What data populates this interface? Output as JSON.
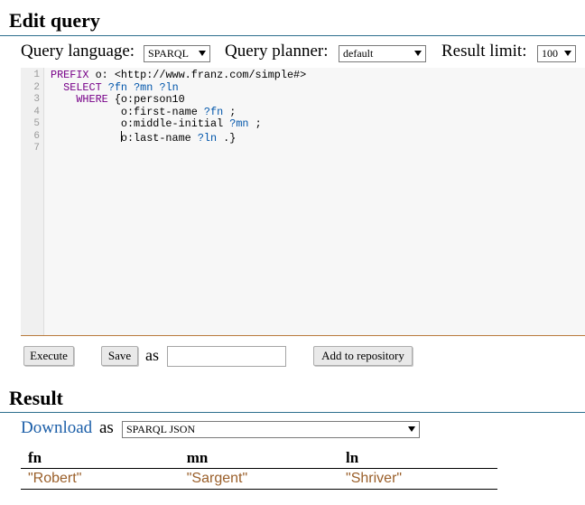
{
  "edit": {
    "title": "Edit query",
    "query_language": {
      "label": "Query language:",
      "value": "SPARQL"
    },
    "query_planner": {
      "label": "Query planner:",
      "value": "default"
    },
    "result_limit": {
      "label": "Result limit:",
      "value": "100"
    },
    "line_numbers": [
      "1",
      "2",
      "3",
      "4",
      "5",
      "6",
      "7"
    ],
    "code": {
      "l1_kw": "PREFIX",
      "l1_pfx": " o: ",
      "l1_iri": "<http://www.franz.com/simple#>",
      "l2_kw": "SELECT",
      "l2_v1": "?fn",
      "l2_v2": "?mn",
      "l2_v3": "?ln",
      "l3_kw": "WHERE",
      "l3_rest": "{o:person10",
      "l4_pred": "o:first-name",
      "l4_var": "?fn",
      "l4_end": " ;",
      "l5_pred": "o:middle-initial",
      "l5_var": "?mn",
      "l5_end": " ;",
      "l6_pred": "o:last-name",
      "l6_var": "?ln",
      "l6_end": " .}"
    },
    "buttons": {
      "execute": "Execute",
      "save": "Save",
      "as": "as",
      "save_name_value": "",
      "add_to_repository": "Add to repository"
    }
  },
  "result": {
    "title": "Result",
    "download_label": "Download",
    "as": "as",
    "format": "SPARQL JSON",
    "columns": [
      "fn",
      "mn",
      "ln"
    ],
    "rows": [
      [
        "\"Robert\"",
        "\"Sargent\"",
        "\"Shriver\""
      ]
    ]
  },
  "colors": {
    "title_rule": "#2e6f8e",
    "editor_rule": "#b97a3d",
    "keyword": "#770088",
    "variable": "#0055aa",
    "result_value": "#9a5f2a",
    "link": "#1b5ea8"
  }
}
